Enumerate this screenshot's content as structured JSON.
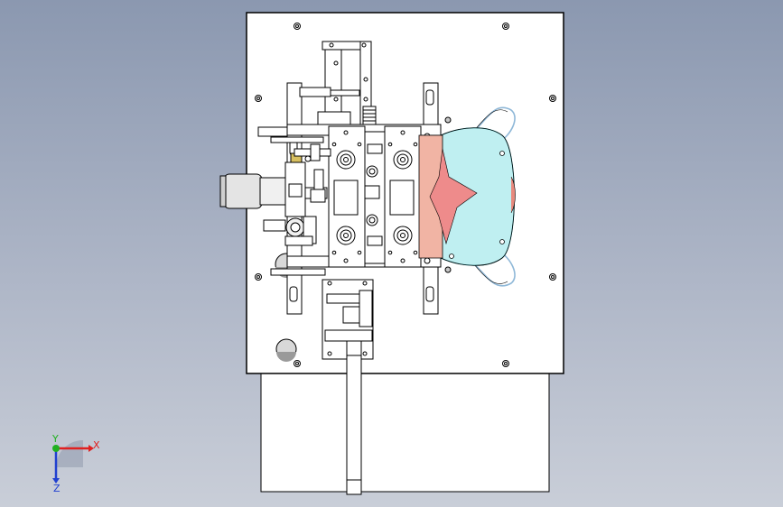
{
  "triad": {
    "x_label": "X",
    "y_label": "Y",
    "z_label": "Z",
    "x_color": "#e02020",
    "y_color": "#20b020",
    "z_color": "#2040d0"
  },
  "colors": {
    "plate_fill": "#ffffff",
    "outline": "#000000",
    "hood_fill": "#bfeff1",
    "hood_stroke": "#2aa9b4",
    "pad_fill": "#f1b4a4",
    "star_fill": "#ee8b8b",
    "wire": "#8fb8d8"
  }
}
